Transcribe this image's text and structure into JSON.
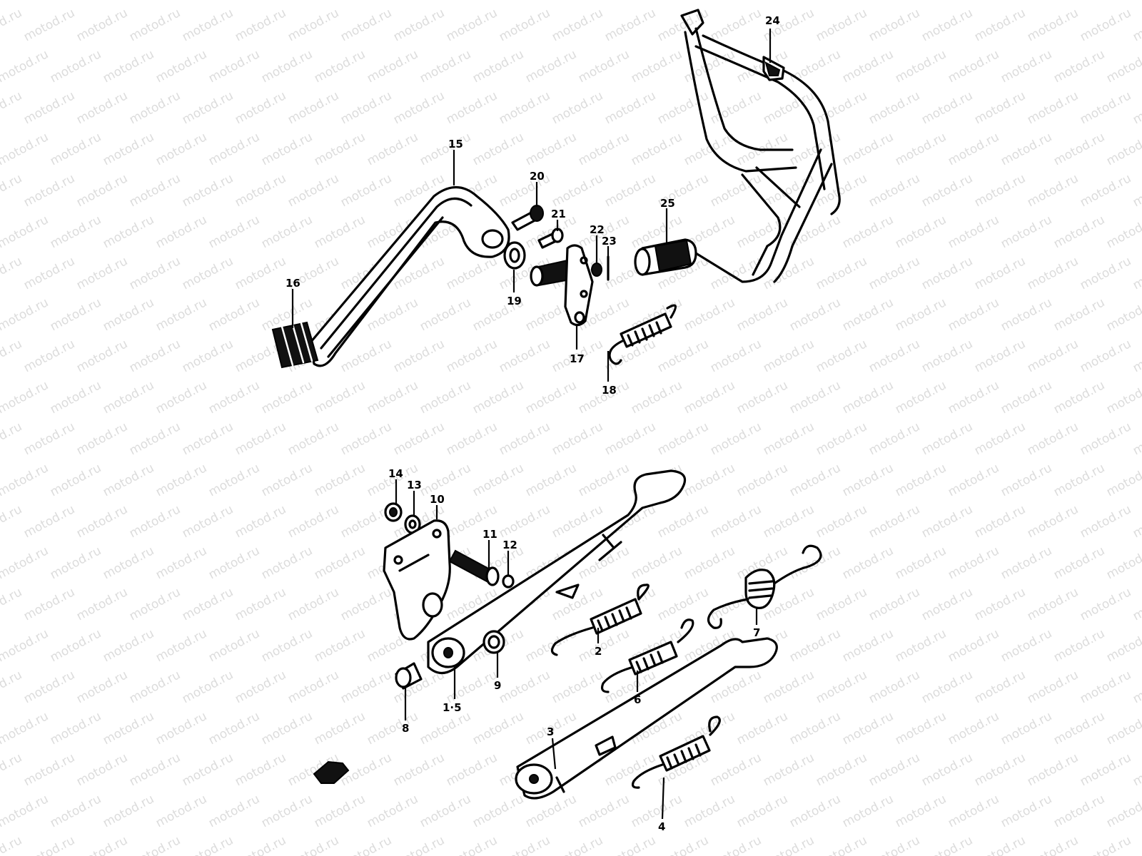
{
  "watermark": {
    "text": "motod.ru"
  },
  "callouts": [
    {
      "id": "c24",
      "label": "24"
    },
    {
      "id": "c15",
      "label": "15"
    },
    {
      "id": "c20",
      "label": "20"
    },
    {
      "id": "c21",
      "label": "21"
    },
    {
      "id": "c22",
      "label": "22"
    },
    {
      "id": "c23",
      "label": "23"
    },
    {
      "id": "c25",
      "label": "25"
    },
    {
      "id": "c16",
      "label": "16"
    },
    {
      "id": "c19",
      "label": "19"
    },
    {
      "id": "c17",
      "label": "17"
    },
    {
      "id": "c18",
      "label": "18"
    },
    {
      "id": "c14",
      "label": "14"
    },
    {
      "id": "c13",
      "label": "13"
    },
    {
      "id": "c10",
      "label": "10"
    },
    {
      "id": "c11",
      "label": "11"
    },
    {
      "id": "c12",
      "label": "12"
    },
    {
      "id": "c7",
      "label": "7"
    },
    {
      "id": "c2",
      "label": "2"
    },
    {
      "id": "c6",
      "label": "6"
    },
    {
      "id": "c9",
      "label": "9"
    },
    {
      "id": "c15b",
      "label": "1·5"
    },
    {
      "id": "c8",
      "label": "8"
    },
    {
      "id": "c3",
      "label": "3"
    },
    {
      "id": "c4",
      "label": "4"
    }
  ]
}
